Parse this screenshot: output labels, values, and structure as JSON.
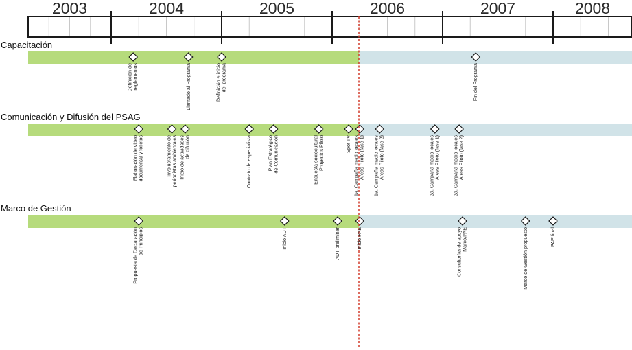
{
  "years": [
    "2003",
    "2004",
    "2005",
    "2006",
    "2007",
    "2008"
  ],
  "colors": {
    "done": "#b6db7c",
    "pending": "#d1e3e8",
    "today_line": "#d23a2a",
    "frame": "#1a1a1a",
    "grid": "#c8c8c8"
  },
  "tracks": [
    {
      "title": "Capacitación",
      "events": [
        {
          "label": "Definición de\nreglamentos",
          "date": 2004.2
        },
        {
          "label": "Llamado al Programa",
          "date": 2004.7
        },
        {
          "label": "Definición e inicio\ndel programa",
          "date": 2005.0
        },
        {
          "label": "Fin del Programa",
          "date": 2007.3
        }
      ]
    },
    {
      "title": "Comunicación y Difusión del PSAG",
      "events": [
        {
          "label": "Elaboración de video\ndocumental y folletos",
          "date": 2004.25
        },
        {
          "label": "Involucramiento de\nperiodistas ambientales",
          "date": 2004.55
        },
        {
          "label": "Inicio de actividades\nde difusión",
          "date": 2004.67
        },
        {
          "label": "Contrato de especialista",
          "date": 2005.25
        },
        {
          "label": "Plan Estratégico\nde Comunicación",
          "date": 2005.47
        },
        {
          "label": "Encuesta sociocultural\nProyectos Piloto",
          "date": 2005.88
        },
        {
          "label": "Spot TV",
          "date": 2006.15
        },
        {
          "label": "1a. Campaña medio locales\nÁreas Piloto (fase 1)",
          "date": 2006.25
        },
        {
          "label": "1a. Campaña medio locales\nÁreas Piloto (fase 2)",
          "date": 2006.43
        },
        {
          "label": "2a. Campaña medio locales\nÁreas Piloto (fase 1)",
          "date": 2006.93
        },
        {
          "label": "2a. Campaña medio locales\nÁreas Piloto (fase 2)",
          "date": 2007.15
        }
      ]
    },
    {
      "title": "Marco de Gestión",
      "events": [
        {
          "label": "Propuesta de Declaración\nde Principios",
          "date": 2004.25
        },
        {
          "label": "Inicio ADT",
          "date": 2005.57
        },
        {
          "label": "ADT preliminar",
          "date": 2006.05
        },
        {
          "label": "Inicio PAE",
          "date": 2006.25
        },
        {
          "label": "Consultorías de apoyo\nMarco/PAE",
          "date": 2007.18
        },
        {
          "label": "Marco de Gestión propuesto",
          "date": 2007.75
        },
        {
          "label": "PAE final",
          "date": 2008.0
        }
      ]
    }
  ]
}
